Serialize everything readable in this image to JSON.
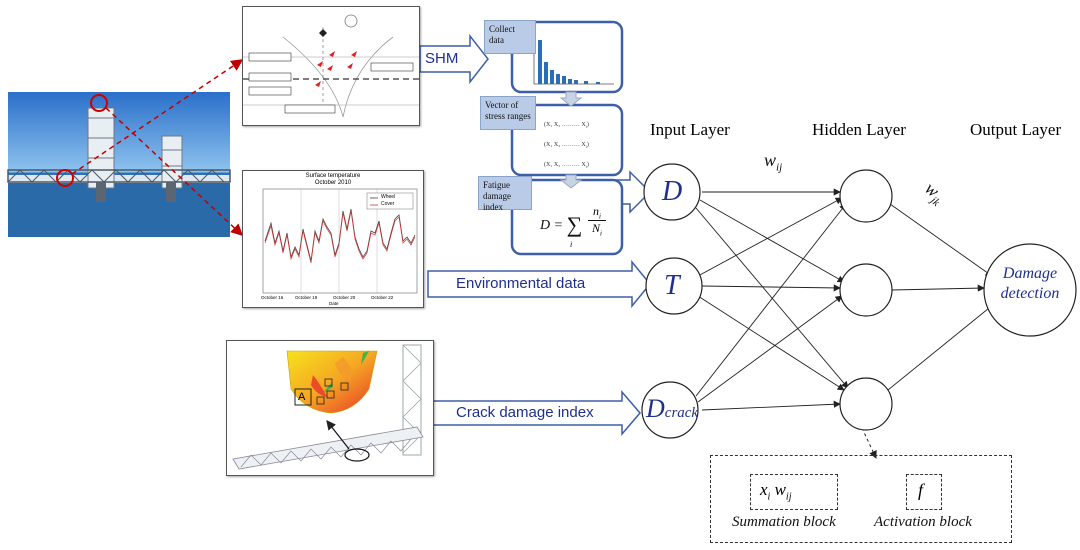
{
  "layers": {
    "input": "Input Layer",
    "hidden": "Hidden Layer",
    "output": "Output Layer"
  },
  "inputs": {
    "d": "D",
    "t": "T",
    "crack_base": "D",
    "crack_sub": "crack"
  },
  "output_node": {
    "line1": "Damage",
    "line2": "detection"
  },
  "weights": {
    "w_ij": "w",
    "w_ij_sub": "ij",
    "w_jk": "w",
    "w_jk_sub": "jk"
  },
  "arrows": {
    "shm": "SHM",
    "environmental": "Environmental data",
    "crack": "Crack damage index"
  },
  "pipeline": {
    "collect": "Collect data",
    "vector": "Vector of stress ranges",
    "fatigue": "Fatigue damage index",
    "formula_lhs": "D = ",
    "formula_sigma": "∑",
    "formula_idx": "i",
    "formula_num": "n",
    "formula_num_sub": "i",
    "formula_den": "N",
    "formula_den_sub": "i"
  },
  "neuron": {
    "sum_expr": "x",
    "sum_sub": "i",
    "sum_w": "w",
    "sum_w_sub": "ij",
    "act_expr": "f",
    "summation": "Summation block",
    "activation": "Activation block"
  },
  "plot": {
    "title": "Surface temperature",
    "subtitle": "October 2010",
    "legend": [
      "Wheel",
      "Cover"
    ],
    "xticks": [
      "October 16",
      "October 19",
      "October 20",
      "October 22"
    ],
    "xlabel": "Date"
  },
  "fe_labels": [
    "A"
  ],
  "colors": {
    "accent": "#1f2f8f",
    "arrow_fill": "#ffffff",
    "arrow_stroke": "#3d5fa8",
    "tag_fill": "#b9cbe6"
  }
}
